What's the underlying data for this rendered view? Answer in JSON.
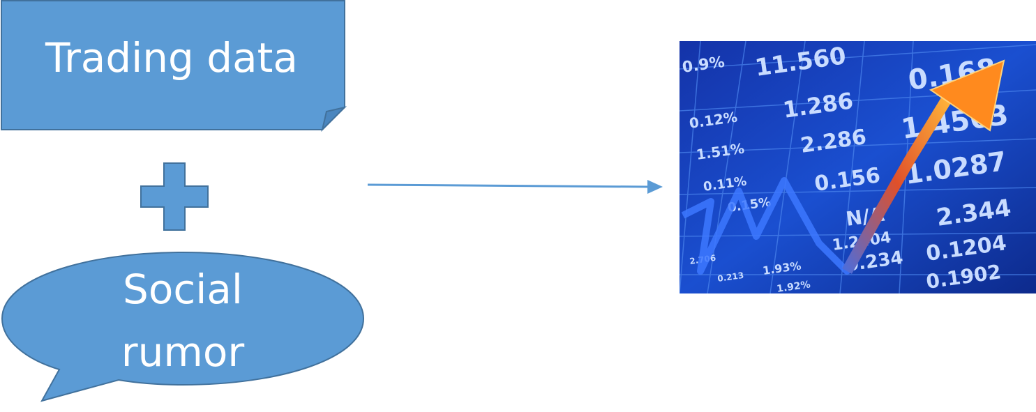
{
  "diagram": {
    "input_1": {
      "label": "Trading data"
    },
    "combine_symbol": "plus-icon",
    "input_2": {
      "label_line_1": "Social",
      "label_line_2": "rumor"
    },
    "connector": "arrow-right-icon",
    "output": {
      "image": "stock-market-chart-icon",
      "ticker_values": [
        "11.560",
        "0.168",
        "1.286",
        "1.4563",
        "2.286",
        "1.0287",
        "0.156",
        "2.344",
        "0.1204",
        "0.1902",
        "0.234",
        "N/A",
        "1.2404",
        "0.9%",
        "0.12%",
        "1.51%",
        "0.11%",
        "0.15%",
        "1.93%",
        "1.92%",
        "2.706",
        "0.213"
      ]
    },
    "colors": {
      "shape_fill": "#5b9bd5",
      "shape_stroke": "#41719c",
      "arrow": "#5b9bd5",
      "text": "#ffffff"
    }
  }
}
